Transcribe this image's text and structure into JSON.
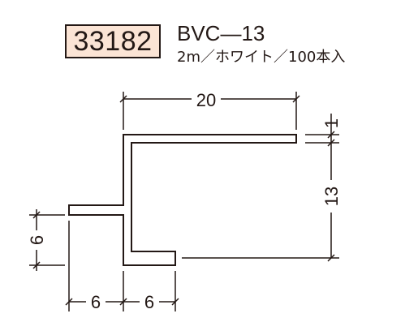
{
  "header": {
    "product_number": "33182",
    "model": "BVC—13",
    "spec": "2m／ホワイト／100本入"
  },
  "dimensions": {
    "width_top": "20",
    "thickness": "1",
    "height": "13",
    "flange_height": "6",
    "flange_width_left": "6",
    "flange_width_right": "6"
  },
  "colors": {
    "line": "#231815",
    "product_label_fill": "#fbe4d5"
  }
}
